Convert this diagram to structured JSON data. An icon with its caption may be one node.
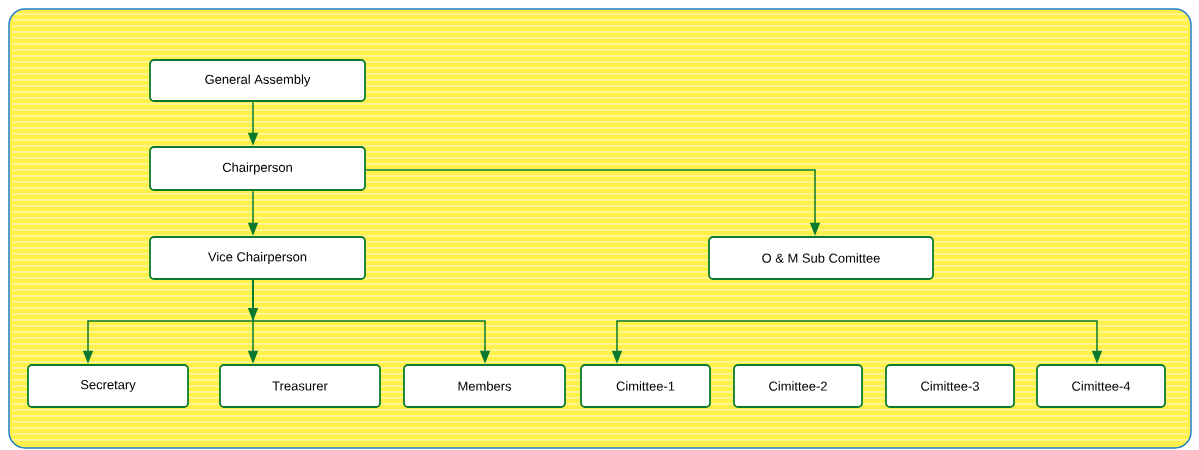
{
  "diagram": {
    "nodes": [
      {
        "text": [
          "General Assembly"
        ]
      },
      {
        "text": [
          "Chairperson"
        ]
      },
      {
        "text": [
          "Vice Chairperson"
        ]
      },
      {
        "text": [
          "O & M Sub Comittee"
        ]
      },
      {
        "text": [
          "Secretary"
        ]
      },
      {
        "text": [
          "Treasurer"
        ]
      },
      {
        "text": [
          "Members"
        ]
      },
      {
        "text": [
          "Cimittee-1"
        ]
      },
      {
        "text": [
          "Cimittee-2"
        ]
      },
      {
        "text": [
          "Cimittee-3"
        ]
      },
      {
        "text": [
          "Cimittee-4"
        ]
      }
    ],
    "edges": [
      {
        "from": 0,
        "to": 1,
        "arrow": "to"
      },
      {
        "from": 1,
        "to": 2,
        "arrow": "to"
      },
      {
        "from": 1,
        "to": 3,
        "arrow": "to"
      },
      {
        "from": 2,
        "to": 4,
        "arrow": "to"
      },
      {
        "from": 2,
        "to": 5,
        "arrow": "to"
      },
      {
        "from": 2,
        "to": 6,
        "arrow": "to"
      },
      {
        "from": 7,
        "to": 10,
        "arrow": "both"
      }
    ]
  }
}
